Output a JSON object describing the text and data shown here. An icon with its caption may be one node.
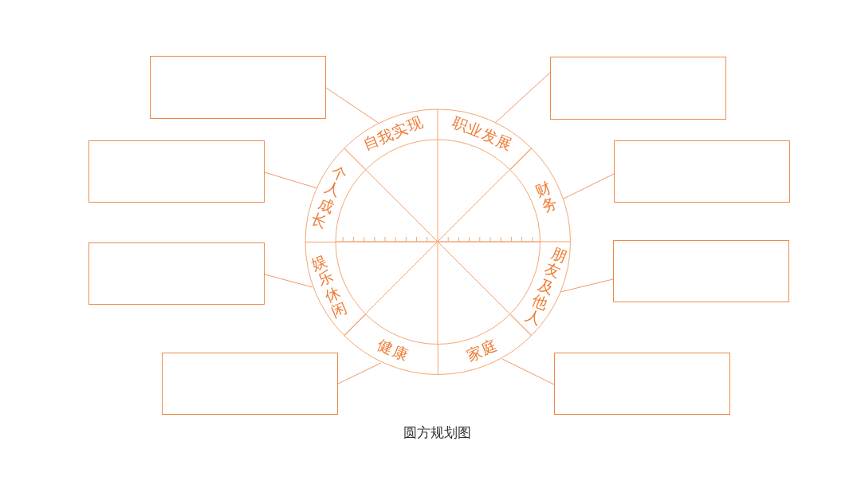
{
  "diagram": {
    "caption": "圆方规划图",
    "nodes": [
      {
        "text": [
          "自我实现"
        ]
      },
      {
        "text": [
          "职业发展"
        ]
      },
      {
        "text": [
          "财务"
        ]
      },
      {
        "text": [
          "朋友及他人"
        ]
      },
      {
        "text": [
          "家庭"
        ]
      },
      {
        "text": [
          "健康"
        ]
      },
      {
        "text": [
          "娱乐休闲"
        ]
      },
      {
        "text": [
          "个人成长"
        ]
      },
      {
        "text": [],
        "shape": "box"
      },
      {
        "text": [],
        "shape": "box"
      },
      {
        "text": [],
        "shape": "box"
      },
      {
        "text": [],
        "shape": "box"
      },
      {
        "text": [],
        "shape": "box"
      },
      {
        "text": [],
        "shape": "box"
      },
      {
        "text": [],
        "shape": "box"
      },
      {
        "text": [],
        "shape": "box"
      }
    ],
    "edges": [
      {
        "from": 8,
        "to": 0,
        "arrow": "none"
      },
      {
        "from": 9,
        "to": 1,
        "arrow": "none"
      },
      {
        "from": 10,
        "to": 7,
        "arrow": "none"
      },
      {
        "from": 11,
        "to": 2,
        "arrow": "none"
      },
      {
        "from": 12,
        "to": 6,
        "arrow": "none"
      },
      {
        "from": 13,
        "to": 3,
        "arrow": "none"
      },
      {
        "from": 14,
        "to": 5,
        "arrow": "none"
      },
      {
        "from": 15,
        "to": 4,
        "arrow": "none"
      }
    ]
  }
}
